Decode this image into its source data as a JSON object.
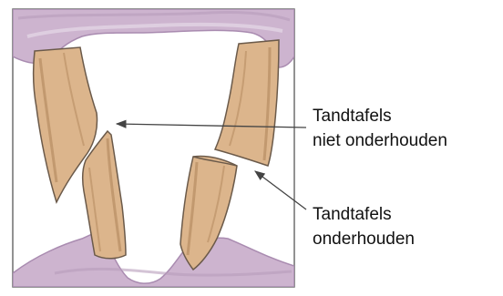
{
  "labels": {
    "unmaintained_line1": "Tandtafels",
    "unmaintained_line2": "niet onderhouden",
    "maintained_line1": "Tandtafels",
    "maintained_line2": "onderhouden"
  },
  "colors": {
    "background": "#ffffff",
    "frame": "#6e6e6e",
    "gum": "#cdb4cf",
    "gum_shadow": "#a98bb0",
    "tooth": "#dcb58c",
    "tooth_shadow": "#b78d63",
    "tooth_edge": "#6b5a4a",
    "arrow": "#444444"
  },
  "illustration": {
    "subject": "horse incisors, upper and lower jaw, side view",
    "icons": [
      "upper-jaw-illustration",
      "lower-jaw-illustration"
    ]
  }
}
